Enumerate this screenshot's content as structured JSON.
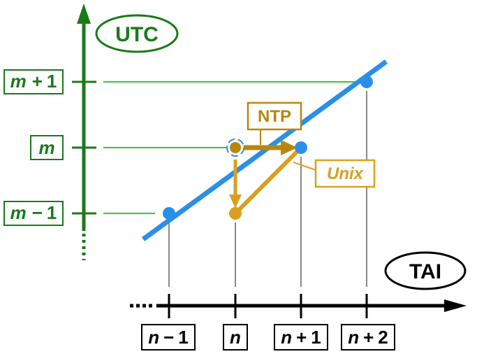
{
  "utc_axis": {
    "title": "UTC"
  },
  "tai_axis": {
    "title": "TAI"
  },
  "y_ticks": [
    {
      "var": "m",
      "op": "+",
      "num": "1"
    },
    {
      "var": "m",
      "op": "",
      "num": ""
    },
    {
      "var": "m",
      "op": "−",
      "num": "1"
    }
  ],
  "x_ticks": [
    {
      "var": "n",
      "op": "−",
      "num": "1"
    },
    {
      "var": "n",
      "op": "",
      "num": ""
    },
    {
      "var": "n",
      "op": "+",
      "num": "1"
    },
    {
      "var": "n",
      "op": "+",
      "num": "2"
    }
  ],
  "callouts": {
    "ntp": "NTP",
    "unix": "Unix"
  },
  "colors": {
    "utc_green": "#1a7a1a",
    "guide_green": "#2ecc2e",
    "blue": "#2a8fe8",
    "gold": "#d9a020",
    "gold_dark": "#b8860b",
    "gray": "#888888",
    "black": "#000000"
  }
}
